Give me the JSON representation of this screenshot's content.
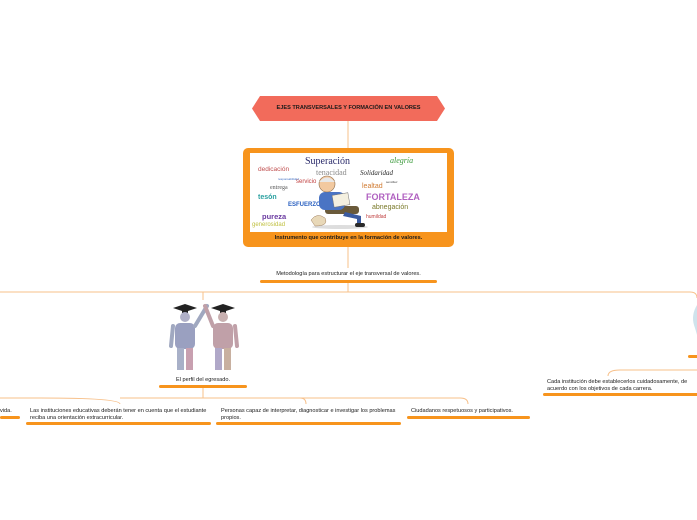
{
  "root": {
    "title": "EJES TRANSVERSALES Y FORMACIÓN EN VALORES"
  },
  "main_card": {
    "caption": "Instrumento que contribuye en la formación de valores.",
    "image_words": {
      "w1": "Superación",
      "w2": "alegría",
      "w3": "dedicación",
      "w4": "tenacidad",
      "w5": "Solidaridad",
      "w6": "servicio",
      "w7": "lealtad",
      "w8": "entrega",
      "w9": "tesón",
      "w10": "FORTALEZA",
      "w11": "ESFUERZO",
      "w12": "abnegación",
      "w13": "pureza",
      "w14": "humildad",
      "w15": "generosidad",
      "w16": "sencillez",
      "w17": "responsabilidad"
    }
  },
  "level2": {
    "label": "Metodología para estructurar el eje transversal de valores."
  },
  "left_branch": {
    "label": "El perfil del egresado."
  },
  "right_branch": {
    "label": "Cada institución debe establecerlos  cuidadosamente, de acuerdo  con  los objetivos de cada carrera."
  },
  "leaves": [
    {
      "label": "vida."
    },
    {
      "label": "Las instituciones educativas deberán tener en cuenta que el estudiante reciba  una  orientación  extracurricular."
    },
    {
      "label": "Personas capaz  de  interpretar,  diagnosticar  e  investigar los problemas propios."
    },
    {
      "label": "Ciudadanos respetuosos y participativos."
    }
  ],
  "colors": {
    "accent": "#f7941d",
    "root_fill": "#f26b5b",
    "line": "#f7c08a"
  }
}
